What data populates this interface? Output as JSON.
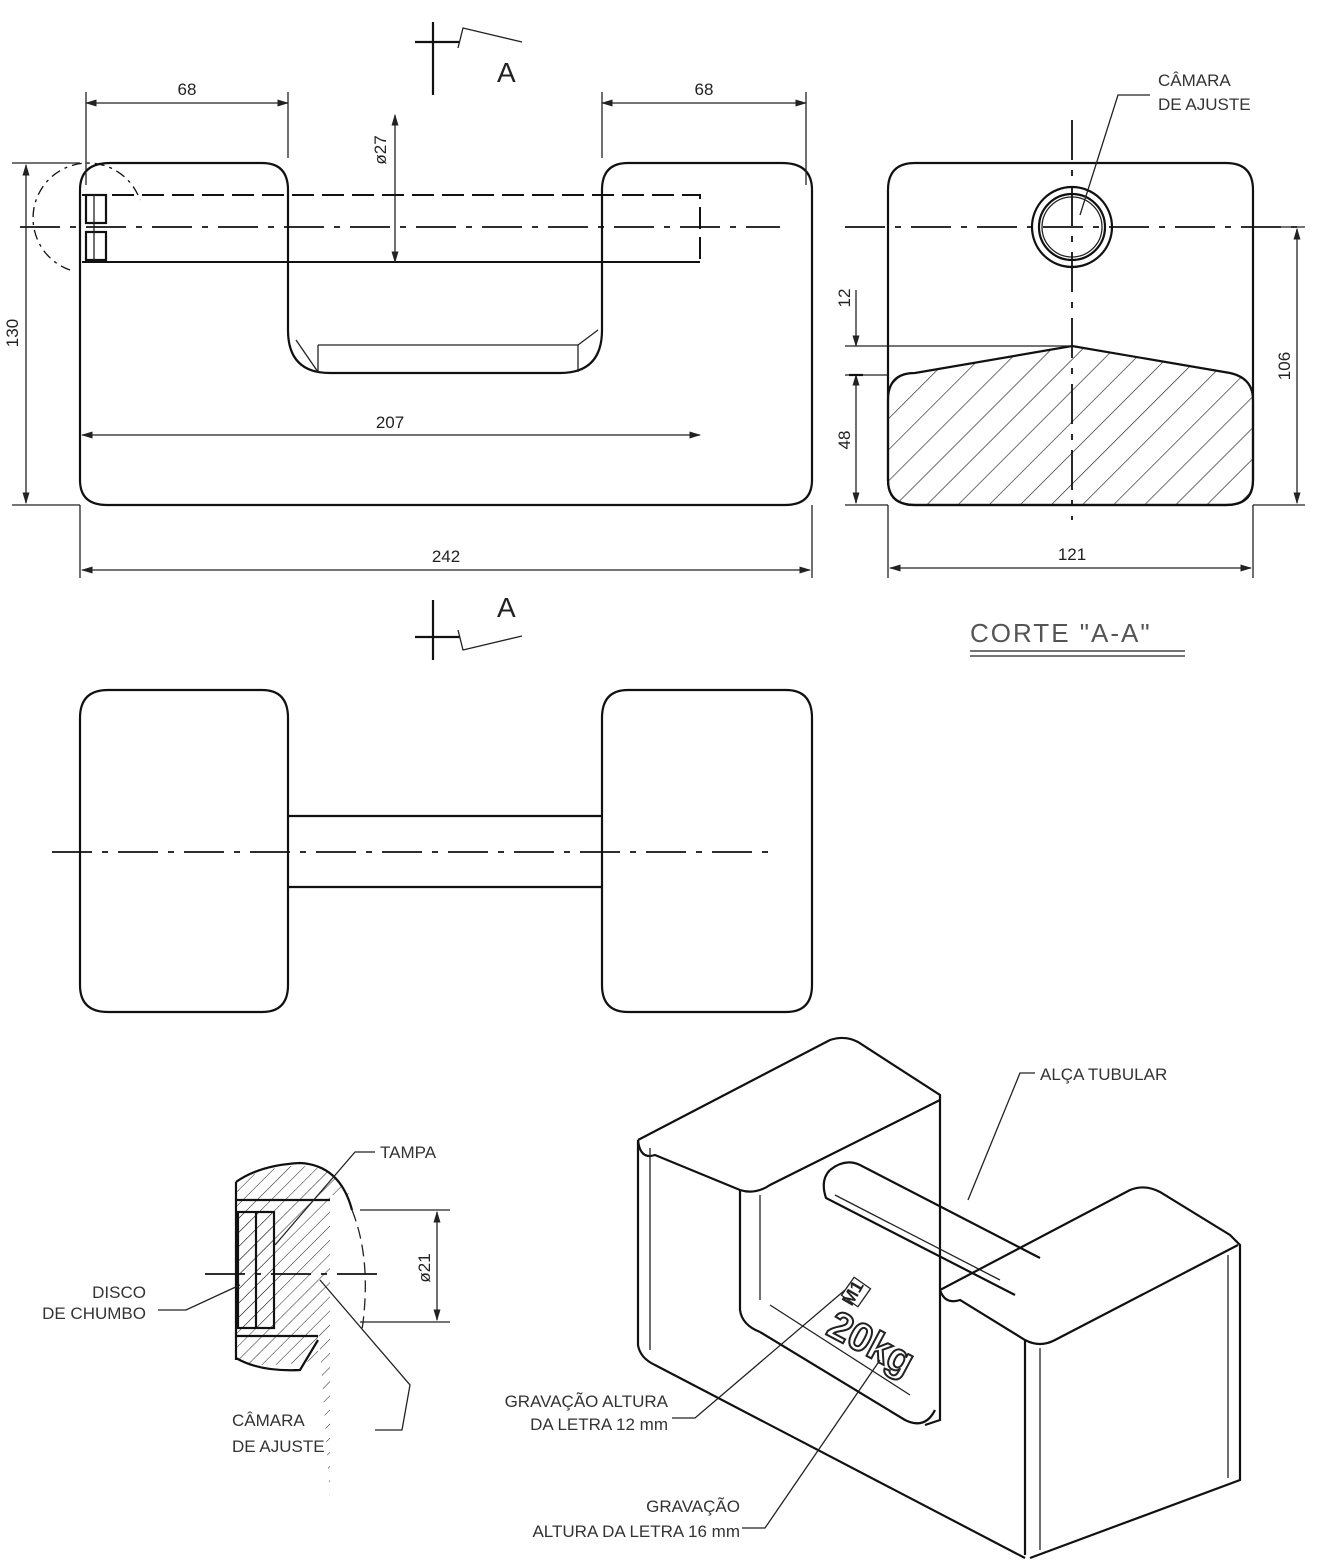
{
  "dimensions": {
    "left_top_width": "68",
    "right_top_width": "68",
    "tube_diameter": "ø27",
    "height": "130",
    "inner_length": "207",
    "total_length": "242",
    "section_offset": "12",
    "section_fill_height": "48",
    "section_height": "106",
    "section_width": "121",
    "detail_diameter": "ø21"
  },
  "section_marks": {
    "top_letter": "A",
    "bottom_letter": "A"
  },
  "section_title": "CORTE  \"A-A\"",
  "labels": {
    "chamber_top_line1": "CÂMARA",
    "chamber_top_line2": "DE AJUSTE",
    "tampa": "TAMPA",
    "disco_line1": "DISCO",
    "disco_line2": "DE CHUMBO",
    "chamber_detail_line1": "CÂMARA",
    "chamber_detail_line2": "DE AJUSTE",
    "alca": "ALÇA TUBULAR",
    "grav12_line1": "GRAVAÇÃO ALTURA",
    "grav12_line2": "DA LETRA 12 mm",
    "grav16_line1": "GRAVAÇÃO",
    "grav16_line2": "ALTURA DA LETRA 16 mm"
  },
  "engraving": {
    "mark": "M1",
    "mass": "20kg"
  }
}
